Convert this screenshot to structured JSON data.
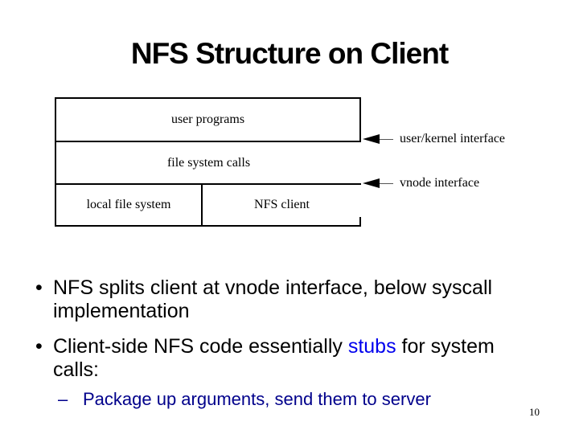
{
  "slide": {
    "title": "NFS Structure on Client",
    "page_number": "10"
  },
  "diagram": {
    "boxes": {
      "user_programs": "user programs",
      "file_system_calls": "file system calls",
      "local_file_system": "local file system",
      "nfs_client": "NFS client"
    },
    "annotations": {
      "user_kernel": "user/kernel interface",
      "vnode": "vnode interface"
    }
  },
  "bullets": {
    "b1_marker": "•",
    "b1_text": "NFS splits client at vnode interface, below syscall\nimplementation",
    "b2_marker": "•",
    "b2_prefix": "Client-side NFS code essentially ",
    "b2_highlight": "stubs",
    "b2_suffix": " for system\ncalls:",
    "sub_marker": "–",
    "sub_text": "Package up arguments, send them to server"
  },
  "colors": {
    "text": "#000000",
    "highlight_blue": "#0000EE",
    "sub_bullet_navy": "#00008B",
    "background": "#FFFFFF"
  }
}
